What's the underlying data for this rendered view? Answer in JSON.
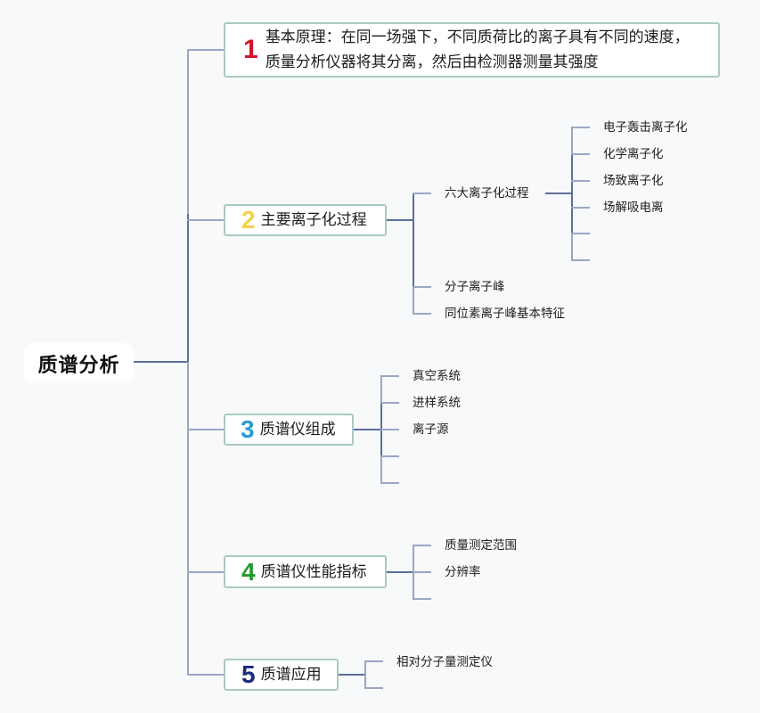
{
  "root": {
    "label": "质谱分析"
  },
  "colors": {
    "trunk": "#5d6e9c",
    "branch": "#9aa6c6",
    "topic_border": "#a9cbbf"
  },
  "topics": [
    {
      "number": "1",
      "number_color": "#d4142a",
      "label": "基本原理：在同一场强下，不同质荷比的离子具有不同的速度，质量分析仪器将其分离，然后由检测器测量其强度",
      "children": []
    },
    {
      "number": "2",
      "number_color": "#f2d347",
      "label": "主要离子化过程",
      "children": [
        {
          "label": "六大离子化过程",
          "children": [
            {
              "label": "电子轰击离子化"
            },
            {
              "label": "化学离子化"
            },
            {
              "label": "场致离子化"
            },
            {
              "label": "场解吸电离"
            },
            {
              "label": ""
            },
            {
              "label": ""
            }
          ]
        },
        {
          "label": "分子离子峰"
        },
        {
          "label": "同位素离子峰基本特征"
        }
      ]
    },
    {
      "number": "3",
      "number_color": "#2b9ad9",
      "label": "质谱仪组成",
      "children": [
        {
          "label": "真空系统"
        },
        {
          "label": "进样系统"
        },
        {
          "label": "离子源"
        },
        {
          "label": ""
        },
        {
          "label": ""
        }
      ]
    },
    {
      "number": "4",
      "number_color": "#1f9a2e",
      "label": "质谱仪性能指标",
      "children": [
        {
          "label": "质量测定范围"
        },
        {
          "label": "分辨率"
        },
        {
          "label": ""
        }
      ]
    },
    {
      "number": "5",
      "number_color": "#1b2a7a",
      "label": "质谱应用",
      "children": [
        {
          "label": "相对分子量测定仪"
        },
        {
          "label": ""
        }
      ]
    }
  ]
}
